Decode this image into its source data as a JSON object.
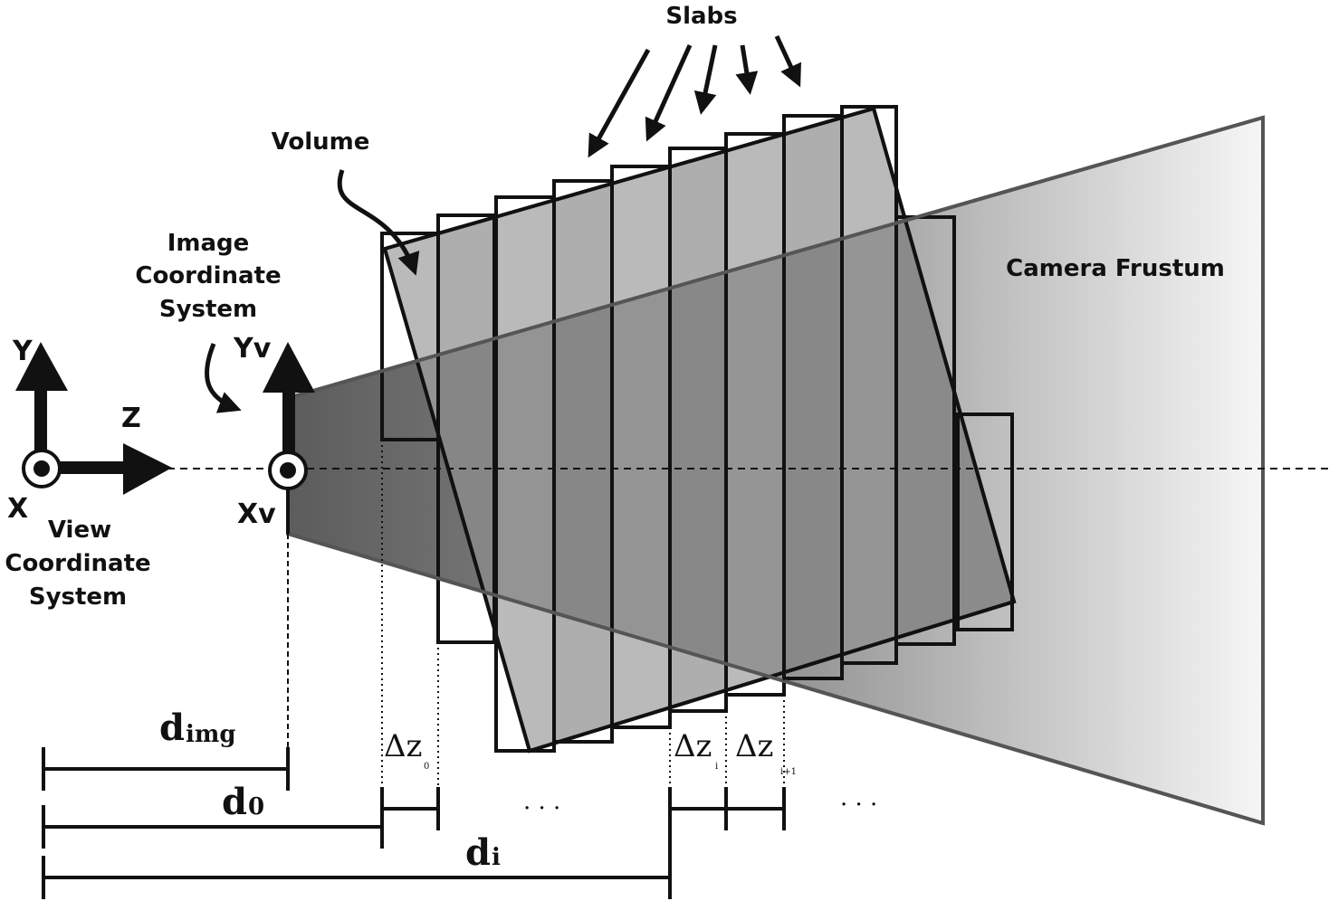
{
  "labels": {
    "slabs": "Slabs",
    "volume": "Volume",
    "image_cs_line1": "Image",
    "image_cs_line2": "Coordinate",
    "image_cs_line3": "System",
    "camera_frustum": "Camera Frustum",
    "view_cs_line1": "View",
    "view_cs_line2": "Coordinate",
    "view_cs_line3": "System",
    "axis_y": "Y",
    "axis_z": "Z",
    "axis_x": "X",
    "axis_yv": "Yv",
    "axis_xv": "Xv"
  },
  "distances": {
    "d_img_main": "d",
    "d_img_sub": "img",
    "d0_main": "d",
    "d0_sub": "0",
    "di_main": "d",
    "di_sub": "i"
  },
  "deltas": {
    "dz0_main": "Δz",
    "dz0_sub": "0",
    "dzi_main": "Δz",
    "dzi_sub": "i",
    "dzi1_main": "Δz",
    "dzi1_sub": "i+1"
  },
  "ellipsis": "· · ·",
  "colors": {
    "frustum_light": "#f4f4f4",
    "frustum_dark": "#6a6a6a",
    "volume_fill": "#9c9c9c",
    "slab_fill": "#bdbdbd",
    "line": "#111111"
  }
}
